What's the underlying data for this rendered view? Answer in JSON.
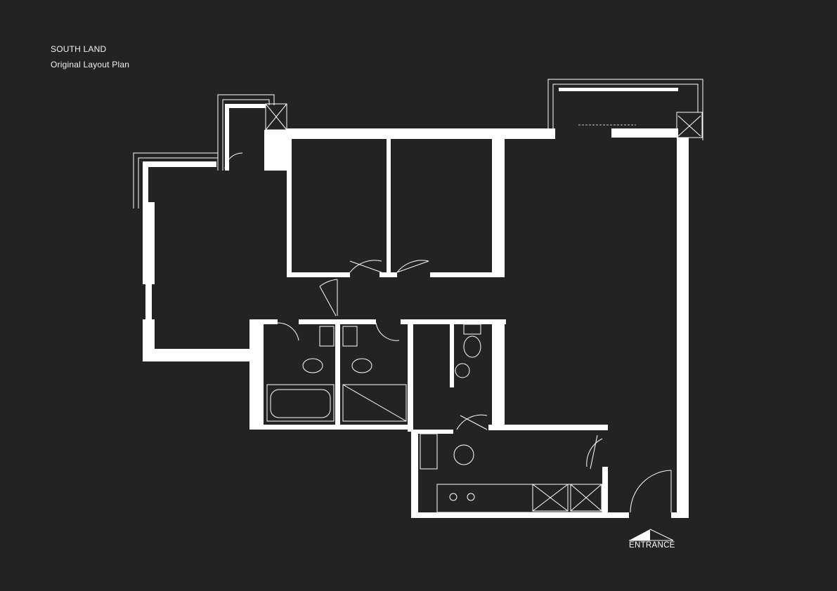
{
  "header": {
    "project": "SOUTH LAND",
    "subtitle": "Original Layout Plan"
  },
  "plan": {
    "entrance_label": "ENTRANCE",
    "background_color": "#222322",
    "line_color": "#ffffff"
  }
}
